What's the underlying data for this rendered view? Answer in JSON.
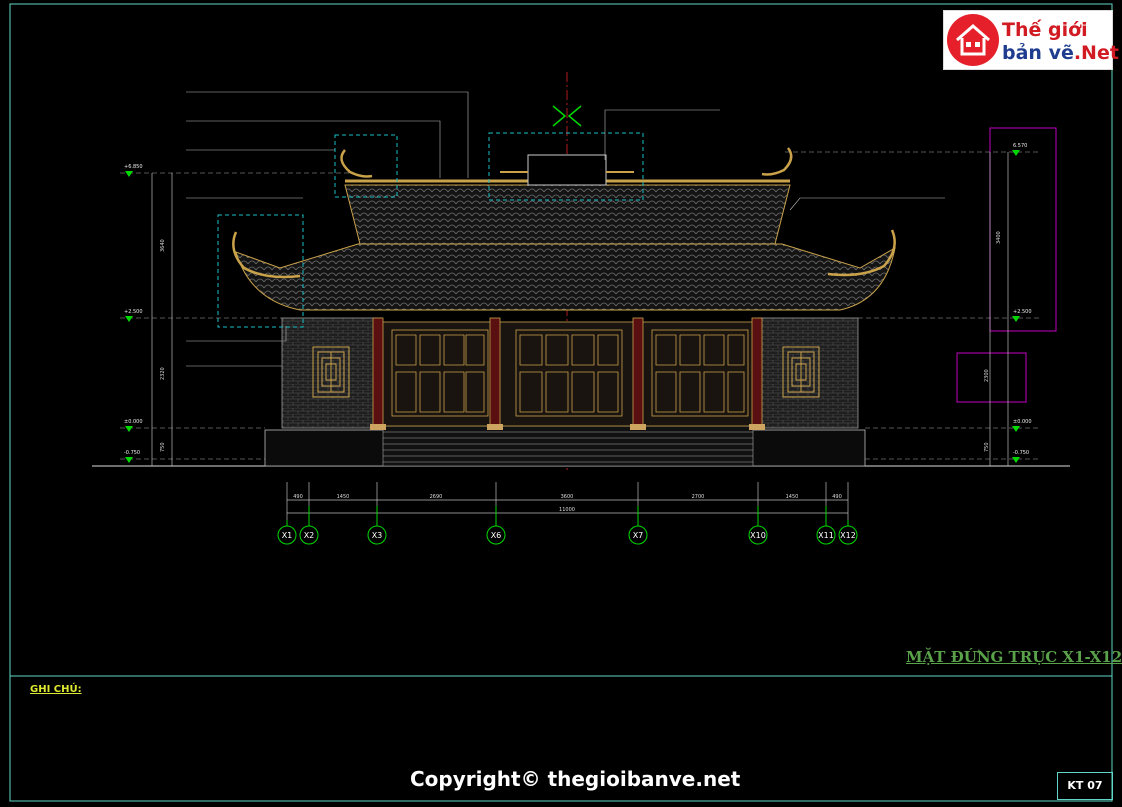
{
  "logo": {
    "line1": "Thế giới",
    "line2a": "bản vẽ",
    "line2b": ".Net"
  },
  "title": "MẶT ĐỨNG TRỤC X1-X12",
  "sheet_number": "KT 07",
  "copyright": "Copyright© thegioibanve.net",
  "notes": {
    "heading": "GHI CHÚ:"
  },
  "axes": [
    {
      "label": "X1"
    },
    {
      "label": "X2"
    },
    {
      "label": "X3"
    },
    {
      "label": "X6"
    },
    {
      "label": "X7"
    },
    {
      "label": "X10"
    },
    {
      "label": "X11"
    },
    {
      "label": "X12"
    }
  ],
  "dimensions": {
    "segments": [
      "490",
      "1450",
      "2690",
      "3600",
      "2700",
      "1450",
      "490"
    ],
    "total": "11000"
  },
  "levels_left": [
    "+6.850",
    "+2.500",
    "±0.000",
    "-0.750"
  ],
  "levels_right": [
    "6.570",
    "+2.500",
    "±0.000",
    "-0.750"
  ],
  "vertical_dims_left": [
    "3640",
    "2320",
    "750"
  ],
  "vertical_dims_right": [
    "3400",
    "2300",
    "750"
  ],
  "colors": {
    "accent_green": "#00d900",
    "frame_cyan": "#5fd6c7",
    "gold": "#c9a24a",
    "magenta": "#c200c2",
    "notes_yellow": "#dde830"
  }
}
